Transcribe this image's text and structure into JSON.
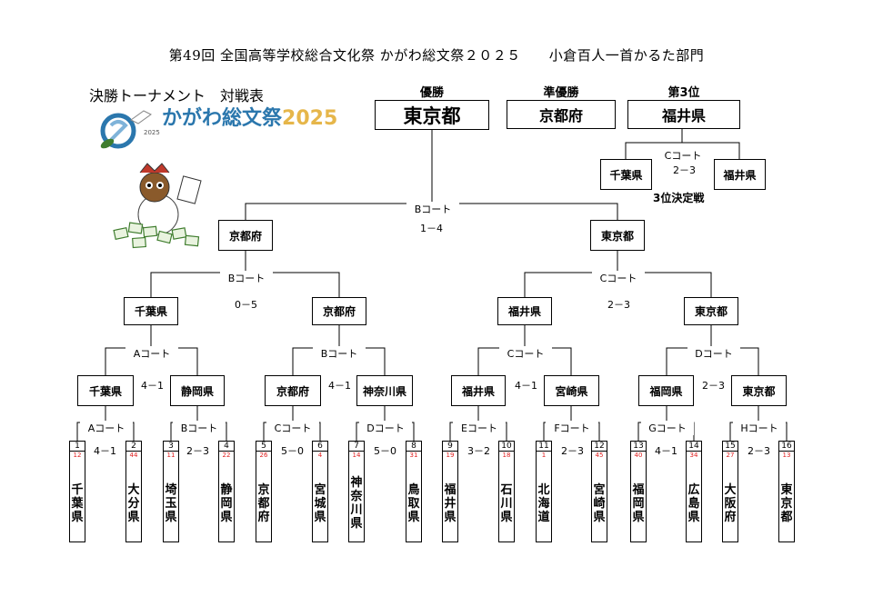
{
  "title": "第49回 全国高等学校総合文化祭 かがわ総文祭２０２５　　小倉百人一首かるた部門",
  "subtitle": "決勝トーナメント　対戦表",
  "logo": {
    "text": "かがわ総文祭",
    "year": "2025",
    "icon_year": "2025",
    "colors": {
      "blue": "#2b77ad",
      "gold": "#e6b64a",
      "green": "#3f7d2e"
    }
  },
  "results": {
    "winner": {
      "label": "優勝",
      "name": "東京都"
    },
    "runner_up": {
      "label": "準優勝",
      "name": "京都府"
    },
    "third": {
      "label": "第3位",
      "name": "福井県"
    }
  },
  "third_place_match": {
    "court": "Cコート",
    "score": "2－3",
    "left": "千葉県",
    "right": "福井県",
    "label": "3位決定戦"
  },
  "final": {
    "court": "Bコート",
    "score": "1－4",
    "left": "京都府",
    "right": "東京都"
  },
  "semifinals": [
    {
      "court": "Bコート",
      "score": "0－5",
      "left": "千葉県",
      "right": "京都府"
    },
    {
      "court": "Cコート",
      "score": "2－3",
      "left": "福井県",
      "right": "東京都"
    }
  ],
  "quarterfinals": [
    {
      "court": "Aコート",
      "score": "4－1",
      "left": "千葉県",
      "right": "静岡県"
    },
    {
      "court": "Bコート",
      "score": "4－1",
      "left": "京都府",
      "right": "神奈川県"
    },
    {
      "court": "Cコート",
      "score": "4－1",
      "left": "福井県",
      "right": "宮崎県"
    },
    {
      "court": "Dコート",
      "score": "2－3",
      "left": "福岡県",
      "right": "東京都"
    }
  ],
  "round1": [
    {
      "court": "Aコート",
      "score": "4－1"
    },
    {
      "court": "Bコート",
      "score": "2－3"
    },
    {
      "court": "Cコート",
      "score": "5－0"
    },
    {
      "court": "Dコート",
      "score": "5－0"
    },
    {
      "court": "Eコート",
      "score": "3－2"
    },
    {
      "court": "Fコート",
      "score": "2－3"
    },
    {
      "court": "Gコート",
      "score": "4－1"
    },
    {
      "court": "Hコート",
      "score": "2－3"
    }
  ],
  "entries": [
    {
      "num": "1",
      "seed": "12",
      "name": "千葉県"
    },
    {
      "num": "2",
      "seed": "44",
      "name": "大分県"
    },
    {
      "num": "3",
      "seed": "11",
      "name": "埼玉県"
    },
    {
      "num": "4",
      "seed": "22",
      "name": "静岡県"
    },
    {
      "num": "5",
      "seed": "26",
      "name": "京都府"
    },
    {
      "num": "6",
      "seed": "4",
      "name": "宮城県"
    },
    {
      "num": "7",
      "seed": "14",
      "name": "神奈川県"
    },
    {
      "num": "8",
      "seed": "31",
      "name": "鳥取県"
    },
    {
      "num": "9",
      "seed": "19",
      "name": "福井県"
    },
    {
      "num": "10",
      "seed": "18",
      "name": "石川県"
    },
    {
      "num": "11",
      "seed": "1",
      "name": "北海道"
    },
    {
      "num": "12",
      "seed": "45",
      "name": "宮崎県"
    },
    {
      "num": "13",
      "seed": "40",
      "name": "福岡県"
    },
    {
      "num": "14",
      "seed": "34",
      "name": "広島県"
    },
    {
      "num": "15",
      "seed": "27",
      "name": "大阪府"
    },
    {
      "num": "16",
      "seed": "13",
      "name": "東京都"
    }
  ]
}
